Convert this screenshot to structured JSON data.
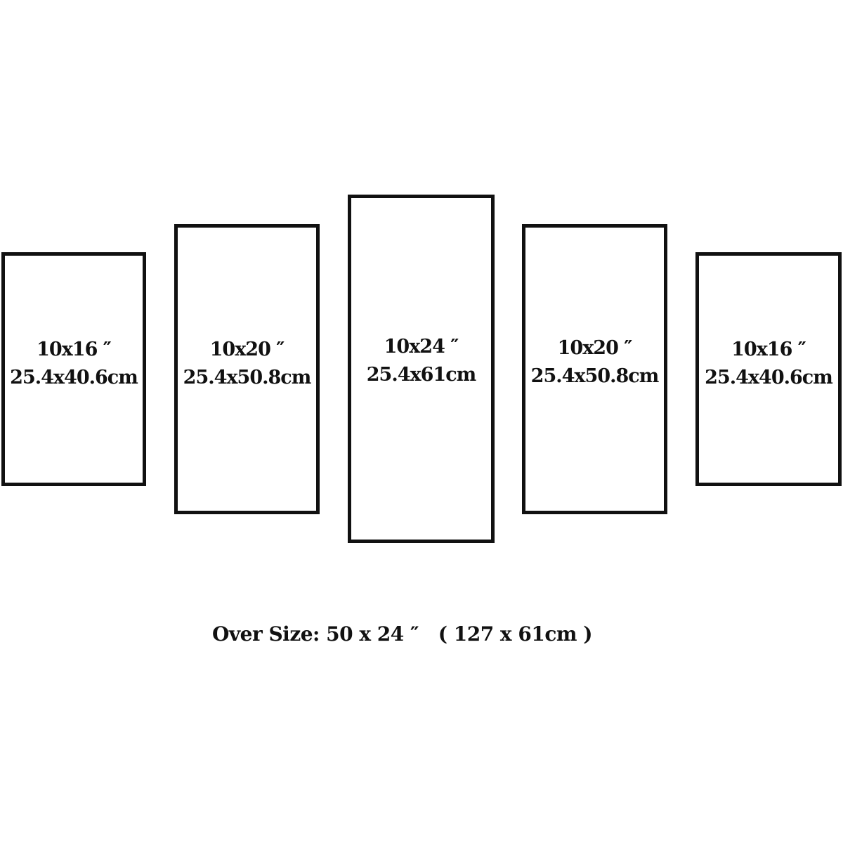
{
  "panels": [
    {
      "inches": "10x16 ″",
      "cm": "25.4x40.6cm"
    },
    {
      "inches": "10x20 ″",
      "cm": "25.4x50.8cm"
    },
    {
      "inches": "10x24 ″",
      "cm": "25.4x61cm"
    },
    {
      "inches": "10x20 ″",
      "cm": "25.4x50.8cm"
    },
    {
      "inches": "10x16 ″",
      "cm": "25.4x40.6cm"
    }
  ],
  "overall_size": "Over Size: 50 x 24 ″   ( 127 x 61cm )",
  "colors": {
    "frame": "#111111",
    "background": "#ffffff",
    "text": "#111111"
  }
}
